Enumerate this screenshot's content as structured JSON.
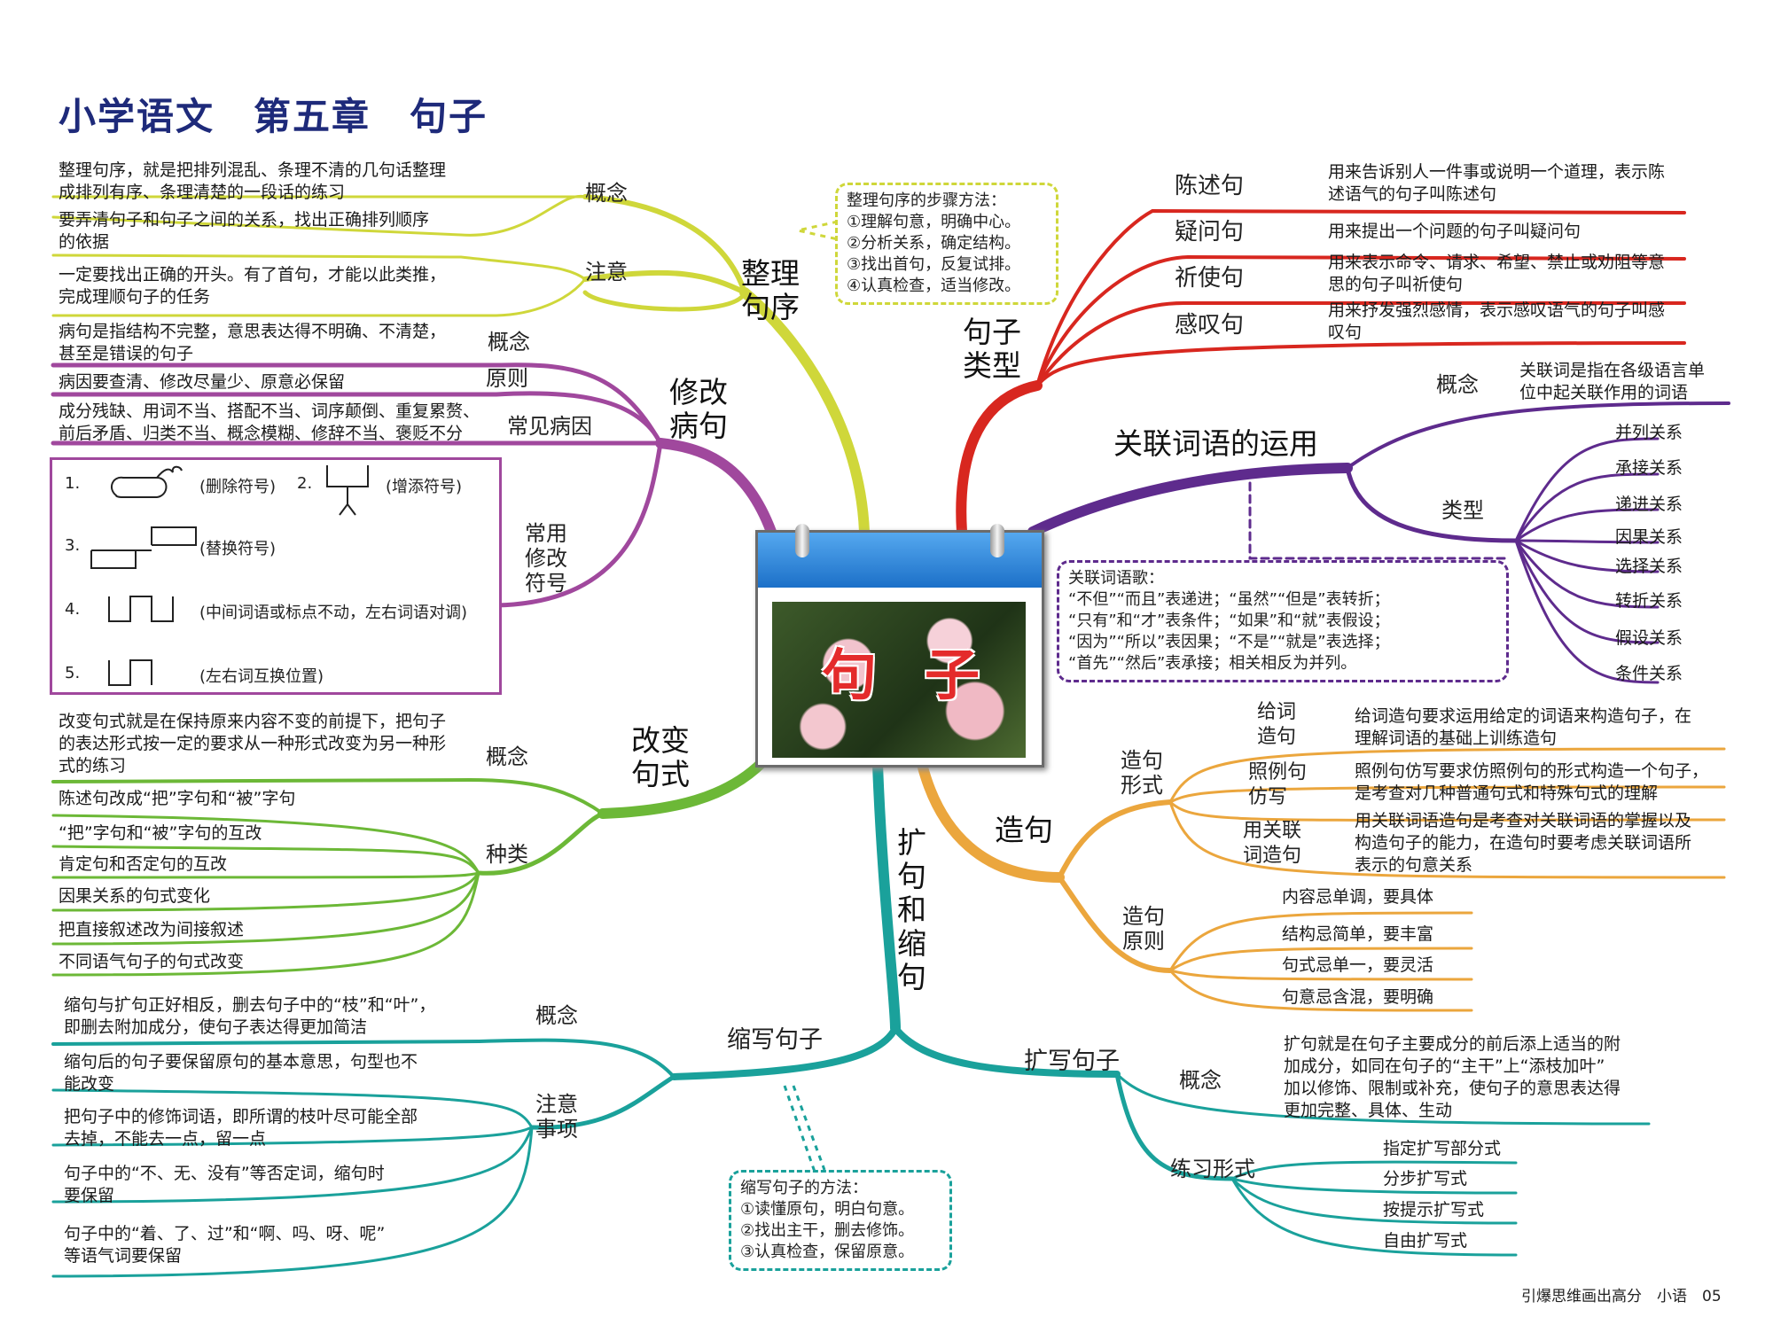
{
  "title": "小学语文　第五章　句子",
  "center": {
    "word1": "句",
    "word2": "子"
  },
  "branches": {
    "zhengli": {
      "label": "整理\n句序",
      "concept_key": "概念",
      "concept_text": "整理句序，就是把排列混乱、条理不清的几句话整理\n成排列有序、条理清楚的一段话的练习",
      "notice_key": "注意",
      "notice_texts": [
        "要弄清句子和句子之间的关系，找出正确排列顺序\n的依据",
        "一定要找出正确的开头。有了首句，才能以此类推，\n完成理顺句子的任务"
      ],
      "steps": "整理句序的步骤方法：\n①理解句意，明确中心。\n②分析关系，确定结构。\n③找出首句，反复试排。\n④认真检查，适当修改。"
    },
    "xiugai": {
      "label": "修改\n病句",
      "concept_key": "概念",
      "concept_text": "病句是指结构不完整，意思表达得不明确、不清楚，\n甚至是错误的句子",
      "principle_key": "原则",
      "principle_text": "病因要查清、修改尽量少、原意必保留",
      "causes_key": "常见病因",
      "causes_text": "成分残缺、用词不当、搭配不当、词序颠倒、重复累赘、\n前后矛盾、归类不当、概念模糊、修辞不当、褒贬不分",
      "symbols_key": "常用\n修改\n符号",
      "symbols": [
        {
          "num": "1.",
          "desc": "(删除符号)"
        },
        {
          "num": "2.",
          "desc": "(增添符号)"
        },
        {
          "num": "3.",
          "desc": "(替换符号)"
        },
        {
          "num": "4.",
          "desc": "(中间词语或标点不动，左右词语对调)"
        },
        {
          "num": "5.",
          "desc": "(左右词互换位置)"
        }
      ]
    },
    "gaibian": {
      "label": "改变\n句式",
      "concept_key": "概念",
      "concept_text": "改变句式就是在保持原来内容不变的前提下，把句子\n的表达形式按一定的要求从一种形式改变为另一种形\n式的练习",
      "kinds_key": "种类",
      "kinds": [
        "陈述句改成“把”字句和“被”字句",
        "“把”字句和“被”字句的互改",
        "肯定句和否定句的互改",
        "因果关系的句式变化",
        "把直接叙述改为间接叙述",
        "不同语气句子的句式改变"
      ]
    },
    "suoxie": {
      "label": "缩写句子",
      "concept_key": "概念",
      "concept_text": "缩句与扩句正好相反，删去句子中的“枝”和“叶”，\n即删去附加成分，使句子表达得更加简洁",
      "notice_key": "注意\n事项",
      "notices": [
        "缩句后的句子要保留原句的基本意思，句型也不\n能改变",
        "把句子中的修饰词语，即所谓的枝叶尽可能全部\n去掉，不能去一点，留一点",
        "句子中的“不、无、没有”等否定词，缩句时\n要保留",
        "句子中的“着、了、过”和“啊、吗、呀、呢”\n等语气词要保留"
      ],
      "method": "缩写句子的方法：\n①读懂原句，明白句意。\n②找出主干，删去修饰。\n③认真检查，保留原意。"
    },
    "kuosuo": {
      "label": "扩\n句\n和\n缩\n句"
    },
    "kuoxie": {
      "label": "扩写句子",
      "concept_key": "概念",
      "concept_text": "扩句就是在句子主要成分的前后添上适当的附\n加成分，如同在句子的“主干”上“添枝加叶”\n加以修饰、限制或补充，使句子的意思表达得\n更加完整、具体、生动",
      "forms_key": "练习形式",
      "forms": [
        "指定扩写部分式",
        "分步扩写式",
        "按提示扩写式",
        "自由扩写式"
      ]
    },
    "zaoju": {
      "label": "造句",
      "forms_key": "造句\n形式",
      "forms": [
        {
          "key": "给词\n造句",
          "text": "给词造句要求运用给定的词语来构造句子，在\n理解词语的基础上训练造句"
        },
        {
          "key": "照例句\n仿写",
          "text": "照例句仿写要求仿照例句的形式构造一个句子，\n是考查对几种普通句式和特殊句式的理解"
        },
        {
          "key": "用关联\n词造句",
          "text": "用关联词语造句是考查对关联词语的掌握以及\n构造句子的能力，在造句时要考虑关联词语所\n表示的句意关系"
        }
      ],
      "principles_key": "造句\n原则",
      "principles": [
        "内容忌单调，要具体",
        "结构忌简单，要丰富",
        "句式忌单一，要灵活",
        "句意忌含混，要明确"
      ]
    },
    "guanlian": {
      "label": "关联词语的运用",
      "concept_key": "概念",
      "concept_text": "关联词是指在各级语言单\n位中起关联作用的词语",
      "types_key": "类型",
      "types": [
        "并列关系",
        "承接关系",
        "递进关系",
        "因果关系",
        "选择关系",
        "转折关系",
        "假设关系",
        "条件关系"
      ],
      "song": "关联词语歌：\n“不但”“而且”表递进；“虽然”“但是”表转折；\n“只有”和“才”表条件；“如果”和“就”表假设；\n“因为”“所以”表因果；“不是”“就是”表选择；\n“首先”“然后”表承接；相关相反为并列。"
    },
    "leixing": {
      "label": "句子\n类型",
      "items": [
        {
          "key": "陈述句",
          "text": "用来告诉别人一件事或说明一个道理，表示陈\n述语气的句子叫陈述句"
        },
        {
          "key": "疑问句",
          "text": "用来提出一个问题的句子叫疑问句"
        },
        {
          "key": "祈使句",
          "text": "用来表示命令、请求、希望、禁止或劝阻等意\n思的句子叫祈使句"
        },
        {
          "key": "感叹句",
          "text": "用来抒发强烈感情，表示感叹语气的句子叫感\n叹句"
        }
      ]
    }
  },
  "footer": "引爆思维画出高分　小语　05",
  "colors": {
    "zhengli": "#cfd73a",
    "xiugai": "#a0489d",
    "gaibian": "#6cb837",
    "suoxie": "#1aa19b",
    "kuoxie": "#1aa19b",
    "zaoju": "#eba63d",
    "guanlian": "#5e2b8d",
    "leixing": "#d8271f",
    "title": "#1e2a7a"
  }
}
